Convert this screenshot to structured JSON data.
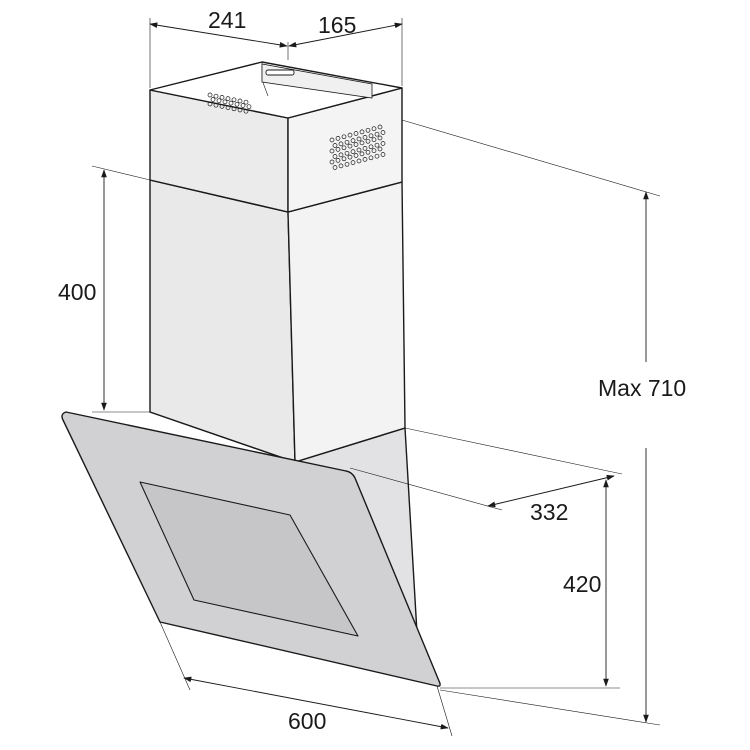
{
  "dimensions": {
    "width_left": "241",
    "width_right": "165",
    "chimney_height": "400",
    "max_height": "Max 710",
    "depth": "332",
    "hood_height": "420",
    "hood_width": "600"
  },
  "colors": {
    "line": "#1a1a1a",
    "chimney_left": "#e9e9ea",
    "chimney_right": "#f3f3f4",
    "glass_panel": "#d1d1d3",
    "glass_inset": "#c6c6c8",
    "hood_body_side": "#e2e2e4"
  }
}
